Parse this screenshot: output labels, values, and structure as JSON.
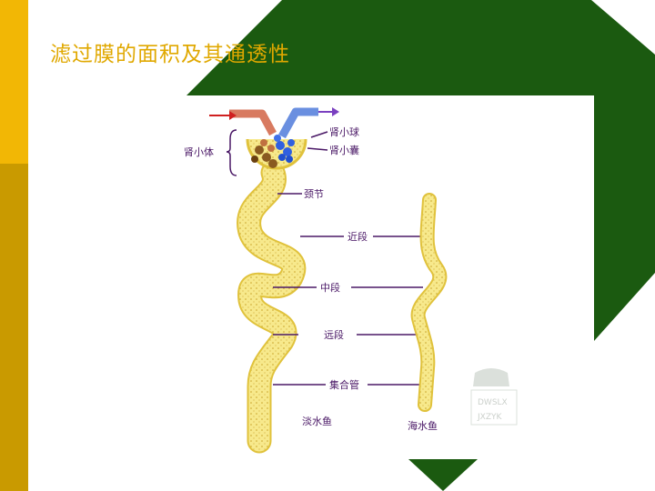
{
  "slide": {
    "title": "滤过膜的面积及其通透性"
  },
  "diagram": {
    "labels": {
      "renal_corpuscle": "肾小体",
      "glomerulus": "肾小球",
      "capsule": "肾小囊",
      "neck": "颈节",
      "proximal": "近段",
      "middle": "中段",
      "distal": "远段",
      "collecting_duct": "集合管",
      "freshwater_fish": "淡水鱼",
      "marine_fish": "海水鱼"
    },
    "watermark": [
      "DWSLX",
      "JXZYK"
    ]
  },
  "colors": {
    "bar_light": "#f2b705",
    "bar_dark": "#c99a00",
    "green": "#1b5a10",
    "tubule": "#f7e98c",
    "tubule_edge": "#e0c23c",
    "label_line": "#4a1866",
    "title": "#e0a800"
  }
}
